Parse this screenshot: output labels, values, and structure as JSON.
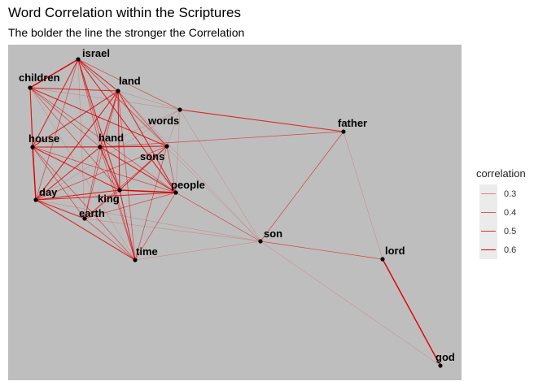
{
  "chart_data": {
    "type": "network",
    "title": "Word Correlation within the Scriptures",
    "subtitle": "The bolder the line the stronger the Correlation",
    "background": "#bebebe",
    "edge_color": "#e00000",
    "legend": {
      "title": "correlation",
      "entries": [
        {
          "label": "0.3",
          "value": 0.3
        },
        {
          "label": "0.4",
          "value": 0.4
        },
        {
          "label": "0.5",
          "value": 0.5
        },
        {
          "label": "0.6",
          "value": 0.6
        }
      ],
      "position": "right"
    },
    "nodes": [
      {
        "id": "israel",
        "label": "israel"
      },
      {
        "id": "children",
        "label": "children"
      },
      {
        "id": "land",
        "label": "land"
      },
      {
        "id": "words",
        "label": "words"
      },
      {
        "id": "house",
        "label": "house"
      },
      {
        "id": "hand",
        "label": "hand"
      },
      {
        "id": "sons",
        "label": "sons"
      },
      {
        "id": "day",
        "label": "day"
      },
      {
        "id": "king",
        "label": "king"
      },
      {
        "id": "people",
        "label": "people"
      },
      {
        "id": "earth",
        "label": "earth"
      },
      {
        "id": "time",
        "label": "time"
      },
      {
        "id": "son",
        "label": "son"
      },
      {
        "id": "father",
        "label": "father"
      },
      {
        "id": "lord",
        "label": "lord"
      },
      {
        "id": "god",
        "label": "god"
      }
    ],
    "edges": [
      {
        "source": "israel",
        "target": "children",
        "correlation": 0.6
      },
      {
        "source": "israel",
        "target": "land",
        "correlation": 0.5
      },
      {
        "source": "israel",
        "target": "house",
        "correlation": 0.5
      },
      {
        "source": "israel",
        "target": "hand",
        "correlation": 0.4
      },
      {
        "source": "israel",
        "target": "sons",
        "correlation": 0.4
      },
      {
        "source": "israel",
        "target": "day",
        "correlation": 0.4
      },
      {
        "source": "israel",
        "target": "king",
        "correlation": 0.5
      },
      {
        "source": "israel",
        "target": "people",
        "correlation": 0.5
      },
      {
        "source": "israel",
        "target": "time",
        "correlation": 0.4
      },
      {
        "source": "israel",
        "target": "words",
        "correlation": 0.4
      },
      {
        "source": "israel",
        "target": "earth",
        "correlation": 0.3
      },
      {
        "source": "children",
        "target": "land",
        "correlation": 0.5
      },
      {
        "source": "children",
        "target": "house",
        "correlation": 0.5
      },
      {
        "source": "children",
        "target": "hand",
        "correlation": 0.4
      },
      {
        "source": "children",
        "target": "sons",
        "correlation": 0.5
      },
      {
        "source": "children",
        "target": "day",
        "correlation": 0.4
      },
      {
        "source": "children",
        "target": "king",
        "correlation": 0.4
      },
      {
        "source": "children",
        "target": "people",
        "correlation": 0.4
      },
      {
        "source": "children",
        "target": "time",
        "correlation": 0.3
      },
      {
        "source": "children",
        "target": "words",
        "correlation": 0.3
      },
      {
        "source": "land",
        "target": "house",
        "correlation": 0.5
      },
      {
        "source": "land",
        "target": "hand",
        "correlation": 0.5
      },
      {
        "source": "land",
        "target": "sons",
        "correlation": 0.4
      },
      {
        "source": "land",
        "target": "day",
        "correlation": 0.5
      },
      {
        "source": "land",
        "target": "king",
        "correlation": 0.5
      },
      {
        "source": "land",
        "target": "people",
        "correlation": 0.5
      },
      {
        "source": "land",
        "target": "earth",
        "correlation": 0.4
      },
      {
        "source": "land",
        "target": "time",
        "correlation": 0.4
      },
      {
        "source": "land",
        "target": "words",
        "correlation": 0.3
      },
      {
        "source": "words",
        "target": "father",
        "correlation": 0.5
      },
      {
        "source": "words",
        "target": "sons",
        "correlation": 0.3
      },
      {
        "source": "words",
        "target": "hand",
        "correlation": 0.3
      },
      {
        "source": "words",
        "target": "people",
        "correlation": 0.3
      },
      {
        "source": "words",
        "target": "son",
        "correlation": 0.3
      },
      {
        "source": "words",
        "target": "day",
        "correlation": 0.3
      },
      {
        "source": "house",
        "target": "hand",
        "correlation": 0.5
      },
      {
        "source": "house",
        "target": "sons",
        "correlation": 0.4
      },
      {
        "source": "house",
        "target": "day",
        "correlation": 0.6
      },
      {
        "source": "house",
        "target": "king",
        "correlation": 0.5
      },
      {
        "source": "house",
        "target": "people",
        "correlation": 0.4
      },
      {
        "source": "house",
        "target": "earth",
        "correlation": 0.4
      },
      {
        "source": "house",
        "target": "time",
        "correlation": 0.4
      },
      {
        "source": "hand",
        "target": "sons",
        "correlation": 0.5
      },
      {
        "source": "hand",
        "target": "day",
        "correlation": 0.5
      },
      {
        "source": "hand",
        "target": "king",
        "correlation": 0.5
      },
      {
        "source": "hand",
        "target": "people",
        "correlation": 0.5
      },
      {
        "source": "hand",
        "target": "earth",
        "correlation": 0.4
      },
      {
        "source": "hand",
        "target": "time",
        "correlation": 0.4
      },
      {
        "source": "hand",
        "target": "father",
        "correlation": 0.4
      },
      {
        "source": "sons",
        "target": "day",
        "correlation": 0.4
      },
      {
        "source": "sons",
        "target": "king",
        "correlation": 0.5
      },
      {
        "source": "sons",
        "target": "people",
        "correlation": 0.4
      },
      {
        "source": "sons",
        "target": "earth",
        "correlation": 0.4
      },
      {
        "source": "sons",
        "target": "time",
        "correlation": 0.4
      },
      {
        "source": "day",
        "target": "king",
        "correlation": 0.5
      },
      {
        "source": "day",
        "target": "people",
        "correlation": 0.5
      },
      {
        "source": "day",
        "target": "earth",
        "correlation": 0.5
      },
      {
        "source": "day",
        "target": "time",
        "correlation": 0.5
      },
      {
        "source": "day",
        "target": "son",
        "correlation": 0.3
      },
      {
        "source": "king",
        "target": "people",
        "correlation": 0.6
      },
      {
        "source": "king",
        "target": "earth",
        "correlation": 0.4
      },
      {
        "source": "king",
        "target": "time",
        "correlation": 0.5
      },
      {
        "source": "people",
        "target": "earth",
        "correlation": 0.4
      },
      {
        "source": "people",
        "target": "time",
        "correlation": 0.4
      },
      {
        "source": "people",
        "target": "son",
        "correlation": 0.4
      },
      {
        "source": "earth",
        "target": "time",
        "correlation": 0.4
      },
      {
        "source": "earth",
        "target": "son",
        "correlation": 0.3
      },
      {
        "source": "time",
        "target": "son",
        "correlation": 0.3
      },
      {
        "source": "son",
        "target": "father",
        "correlation": 0.4
      },
      {
        "source": "son",
        "target": "lord",
        "correlation": 0.4
      },
      {
        "source": "son",
        "target": "god",
        "correlation": 0.3
      },
      {
        "source": "father",
        "target": "lord",
        "correlation": 0.3
      },
      {
        "source": "lord",
        "target": "god",
        "correlation": 0.6
      },
      {
        "source": "israel",
        "target": "son",
        "correlation": 0.3
      },
      {
        "source": "land",
        "target": "son",
        "correlation": 0.3
      }
    ]
  }
}
